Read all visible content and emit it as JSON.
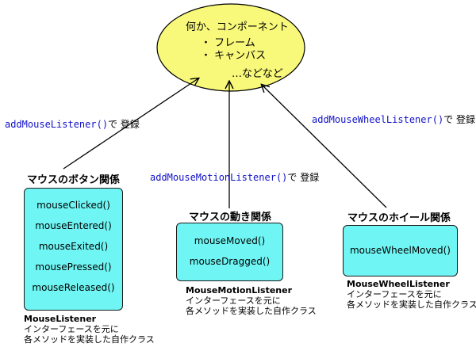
{
  "component": {
    "title": "何か、コンポーネント",
    "items": [
      "・ フレーム",
      "・ キャンバス"
    ],
    "etc": "…などなど"
  },
  "registrations": {
    "button": {
      "method": "addMouseListener()",
      "suffix": "で 登録"
    },
    "motion": {
      "method": "addMouseMotionListener()",
      "suffix": "で 登録"
    },
    "wheel": {
      "method": "addMouseWheelListener()",
      "suffix": "で 登録"
    }
  },
  "groups": {
    "button": {
      "title": "マウスのボタン関係",
      "methods": [
        "mouseClicked()",
        "mouseEntered()",
        "mouseExited()",
        "mousePressed()",
        "mouseReleased()"
      ],
      "caption": {
        "class_name": "MouseListener",
        "line1": "インターフェースを元に",
        "line2": "各メソッドを実装した自作クラス"
      }
    },
    "motion": {
      "title": "マウスの動き関係",
      "methods": [
        "mouseMoved()",
        "mouseDragged()"
      ],
      "caption": {
        "class_name": "MouseMotionListener",
        "line1": "インターフェースを元に",
        "line2": "各メソッドを実装した自作クラス"
      }
    },
    "wheel": {
      "title": "マウスのホイール関係",
      "methods": [
        "mouseWheelMoved()"
      ],
      "caption": {
        "class_name": "MouseWheelListener",
        "line1": "インターフェースを元に",
        "line2": "各メソッドを実装した自作クラス"
      }
    }
  },
  "colors": {
    "ellipse_fill": "#f8f87a",
    "box_fill": "#6ff6f4",
    "method_text": "#1010c8"
  }
}
